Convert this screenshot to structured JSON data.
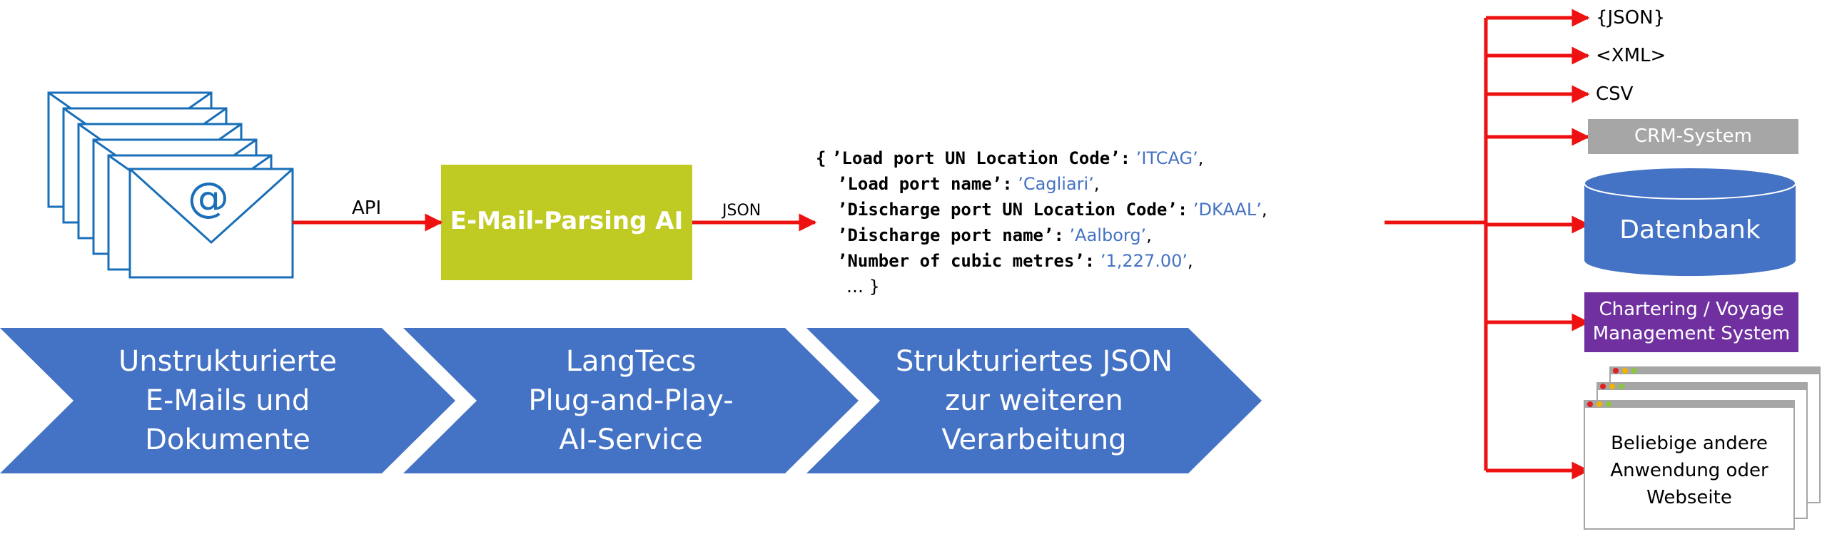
{
  "colors": {
    "blue": "#4472c4",
    "envelope_stroke": "#1a6fb8",
    "red": "#ee1111",
    "lime": "#bfcb22",
    "gray": "#a6a6a6",
    "purple": "#7030a0",
    "code_blue": "#4472c4"
  },
  "input": {
    "envelope_icon": "stacked-email-icon",
    "at_symbol": "@",
    "api_label": "API"
  },
  "service": {
    "title": "E-Mail-Parsing AI",
    "json_label": "JSON"
  },
  "json_example": {
    "open": "{",
    "lines": [
      {
        "key": "’Load port UN Location Code’",
        "value": "’ITCAG’"
      },
      {
        "key": "’Load port name’",
        "value": "’Cagliari’"
      },
      {
        "key": "’Discharge port UN Location Code’",
        "value": "’DKAAL’"
      },
      {
        "key": "’Discharge port name’",
        "value": "’Aalborg’"
      },
      {
        "key": "’Number of cubic metres’",
        "value": "’1,227.00’"
      }
    ],
    "separator": ":",
    "comma": ",",
    "close": "… }"
  },
  "outputs": {
    "json": "{JSON}",
    "xml": "<XML>",
    "csv": "CSV",
    "crm": "CRM-System",
    "database": "Datenbank",
    "chartering_line1": "Chartering / Voyage",
    "chartering_line2": "Management System",
    "other_line1": "Beliebige andere",
    "other_line2": "Anwendung oder",
    "other_line3": "Webseite"
  },
  "stages": [
    {
      "line1": "Unstrukturierte",
      "line2": "E-Mails und",
      "line3": "Dokumente"
    },
    {
      "line1": "LangTecs",
      "line2": "Plug-and-Play-",
      "line3": "AI-Service"
    },
    {
      "line1": "Strukturiertes JSON",
      "line2": "zur weiteren",
      "line3": "Verarbeitung"
    }
  ]
}
